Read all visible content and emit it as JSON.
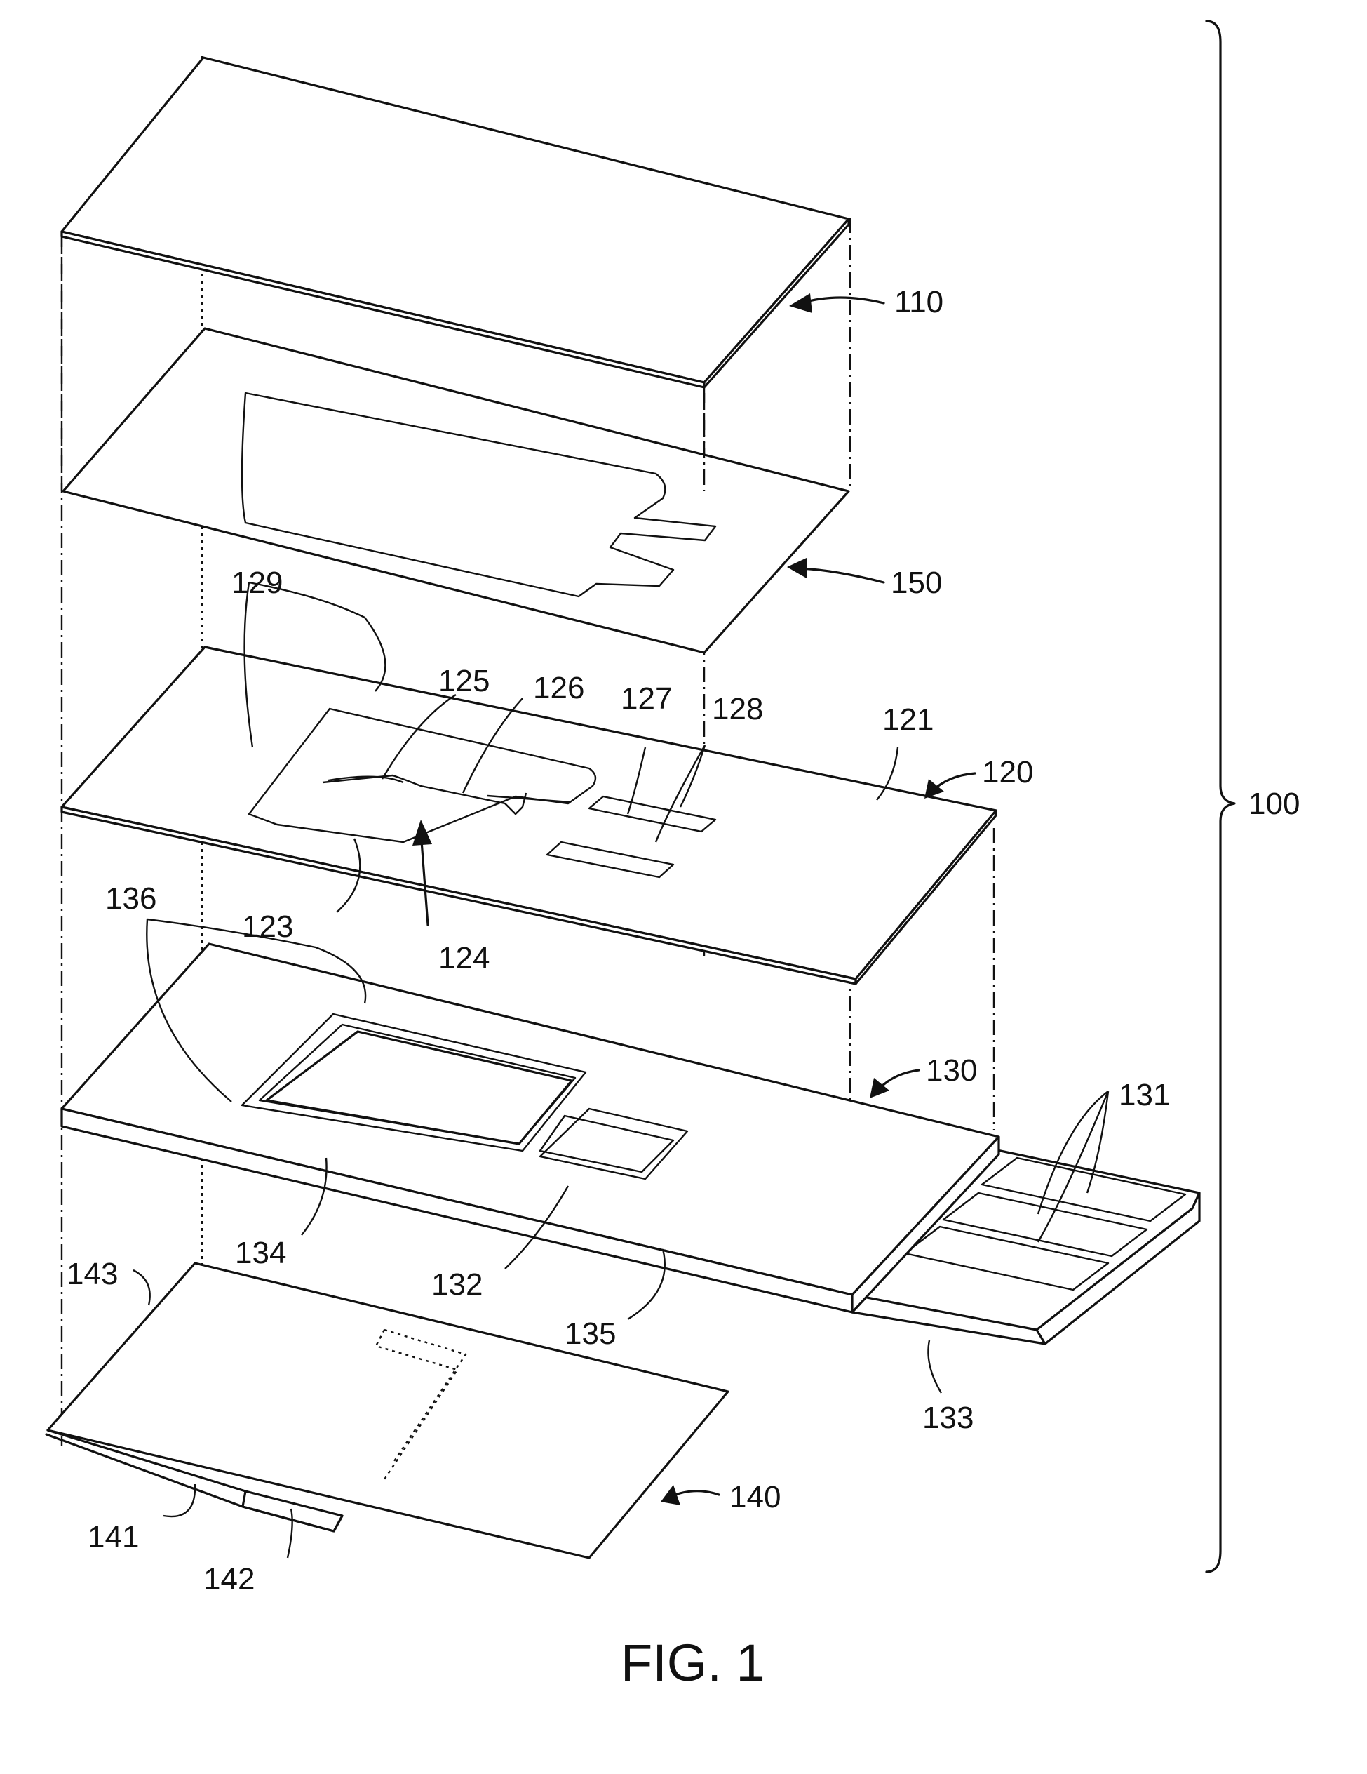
{
  "figure": {
    "caption": "FIG. 1",
    "labels": {
      "l100": "100",
      "l110": "110",
      "l150": "150",
      "l120": "120",
      "l121": "121",
      "l123": "123",
      "l124": "124",
      "l125": "125",
      "l126": "126",
      "l127": "127",
      "l128": "128",
      "l129": "129",
      "l130": "130",
      "l131": "131",
      "l132": "132",
      "l133": "133",
      "l134": "134",
      "l135": "135",
      "l136": "136",
      "l140": "140",
      "l141": "141",
      "l142": "142",
      "l143": "143"
    }
  }
}
